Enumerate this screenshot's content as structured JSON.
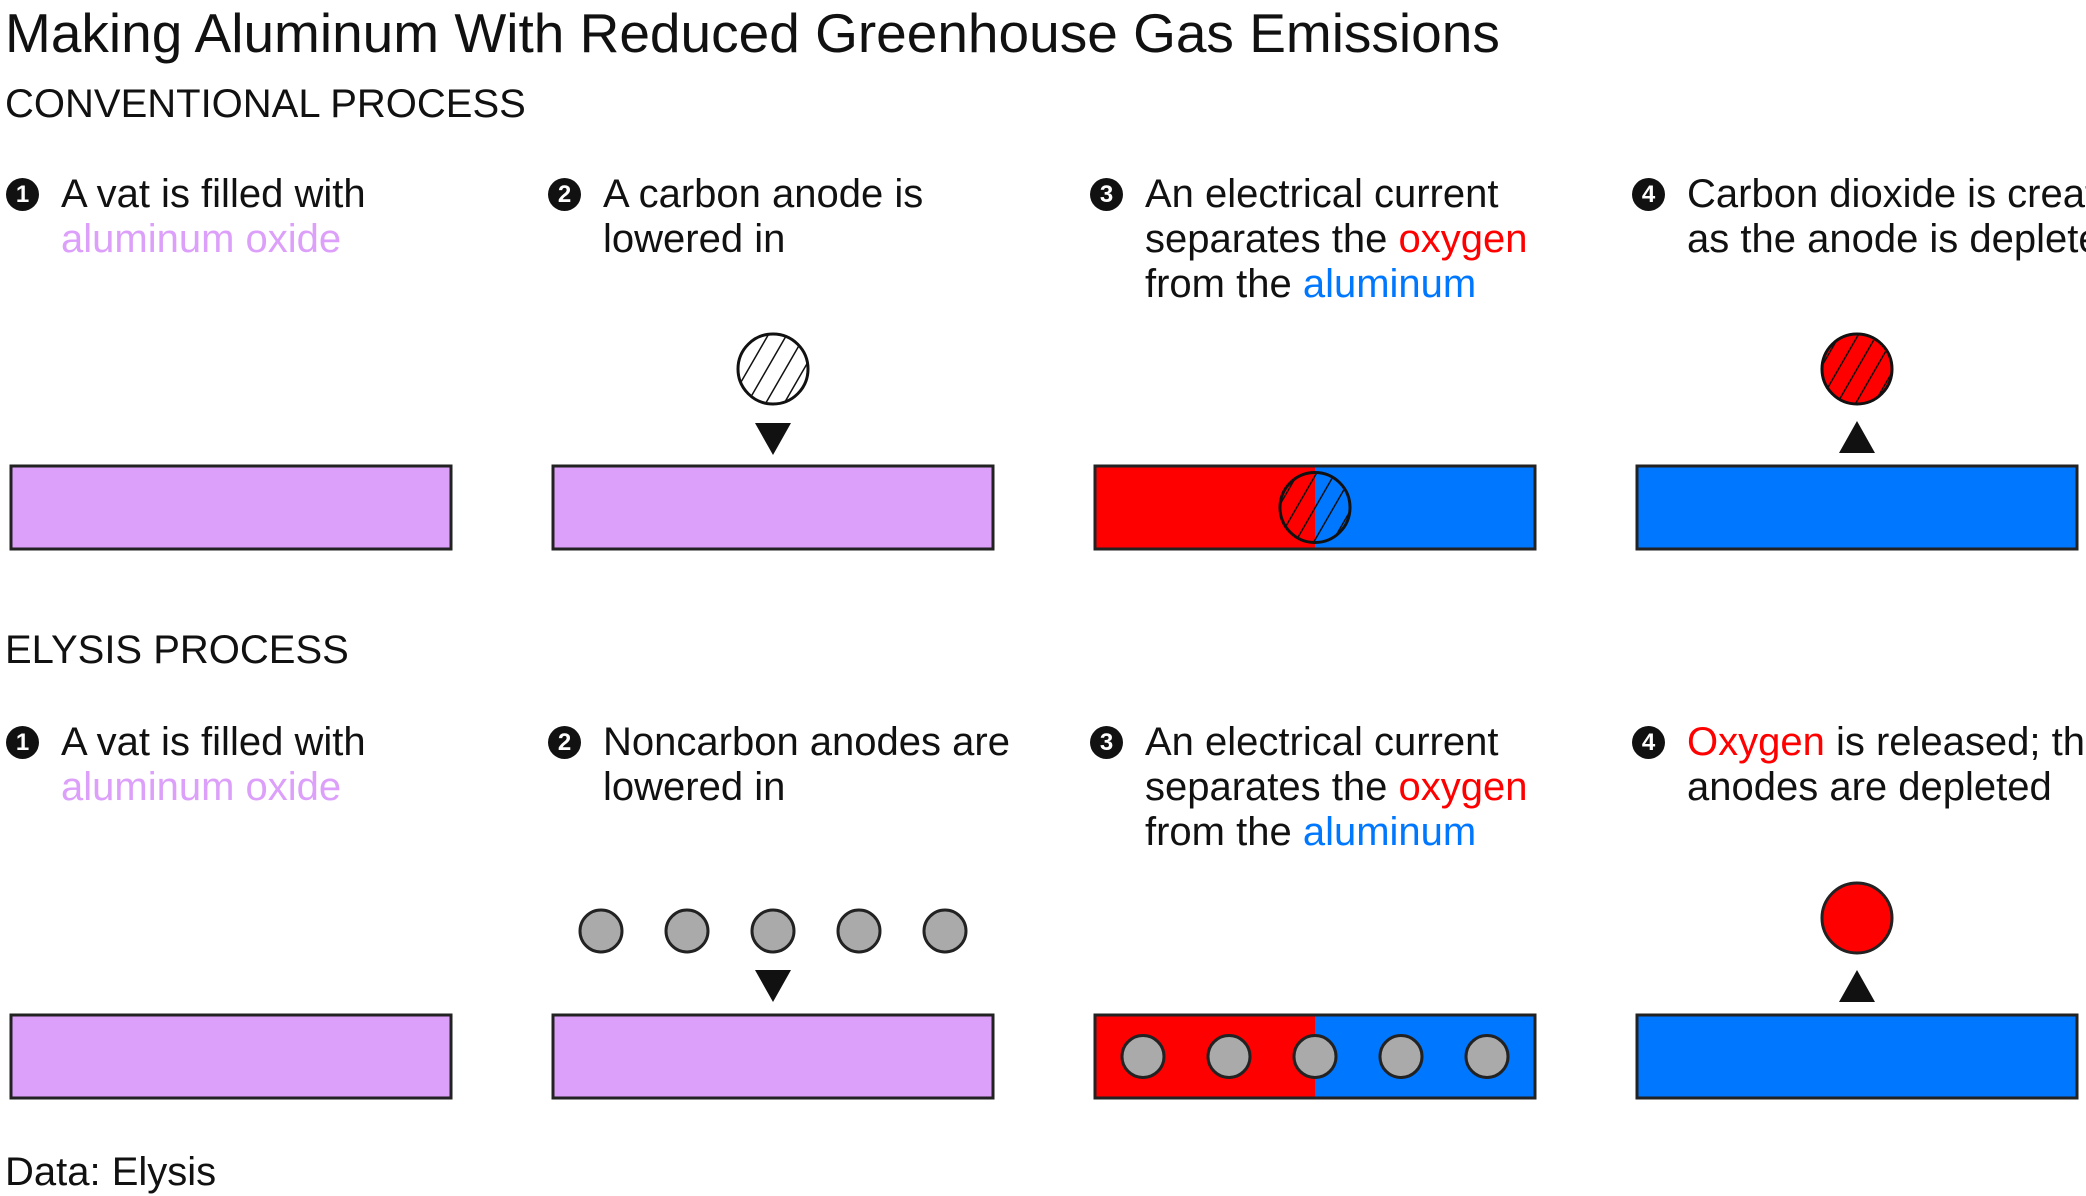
{
  "title": "Making Aluminum With Reduced Greenhouse Gas Emissions",
  "colors": {
    "aluminum_oxide": "#dc9ffa",
    "oxygen": "#ff0000",
    "aluminum": "#0077ff",
    "anode_gray": "#aaaaaa",
    "text": "#111111"
  },
  "sections": [
    {
      "label": "CONVENTIONAL PROCESS",
      "steps": [
        {
          "number": "1",
          "segments": [
            {
              "text": "A vat is filled with ",
              "color": "text"
            },
            {
              "text": "aluminum oxide",
              "color": "aluminum_oxide"
            }
          ]
        },
        {
          "number": "2",
          "segments": [
            {
              "text": "A carbon anode is lowered in",
              "color": "text"
            }
          ]
        },
        {
          "number": "3",
          "segments": [
            {
              "text": "An electrical current separates the ",
              "color": "text"
            },
            {
              "text": "oxygen",
              "color": "oxygen"
            },
            {
              "text": " from the ",
              "color": "text"
            },
            {
              "text": "aluminum",
              "color": "aluminum"
            }
          ]
        },
        {
          "number": "4",
          "segments": [
            {
              "text": "Carbon dioxide is created as the anode is depleted",
              "color": "text"
            }
          ]
        }
      ]
    },
    {
      "label": "ELYSIS PROCESS",
      "steps": [
        {
          "number": "1",
          "segments": [
            {
              "text": "A vat is filled with ",
              "color": "text"
            },
            {
              "text": "aluminum oxide",
              "color": "aluminum_oxide"
            }
          ]
        },
        {
          "number": "2",
          "segments": [
            {
              "text": "Noncarbon anodes are lowered in",
              "color": "text"
            }
          ]
        },
        {
          "number": "3",
          "segments": [
            {
              "text": "An electrical current separates the ",
              "color": "text"
            },
            {
              "text": "oxygen",
              "color": "oxygen"
            },
            {
              "text": " from the ",
              "color": "text"
            },
            {
              "text": "aluminum",
              "color": "aluminum"
            }
          ]
        },
        {
          "number": "4",
          "segments": [
            {
              "text": "Oxygen",
              "color": "oxygen"
            },
            {
              "text": " is released; the anodes are depleted",
              "color": "text"
            }
          ]
        }
      ]
    }
  ],
  "elysis_anode_count": 5,
  "source": "Data: Elysis"
}
